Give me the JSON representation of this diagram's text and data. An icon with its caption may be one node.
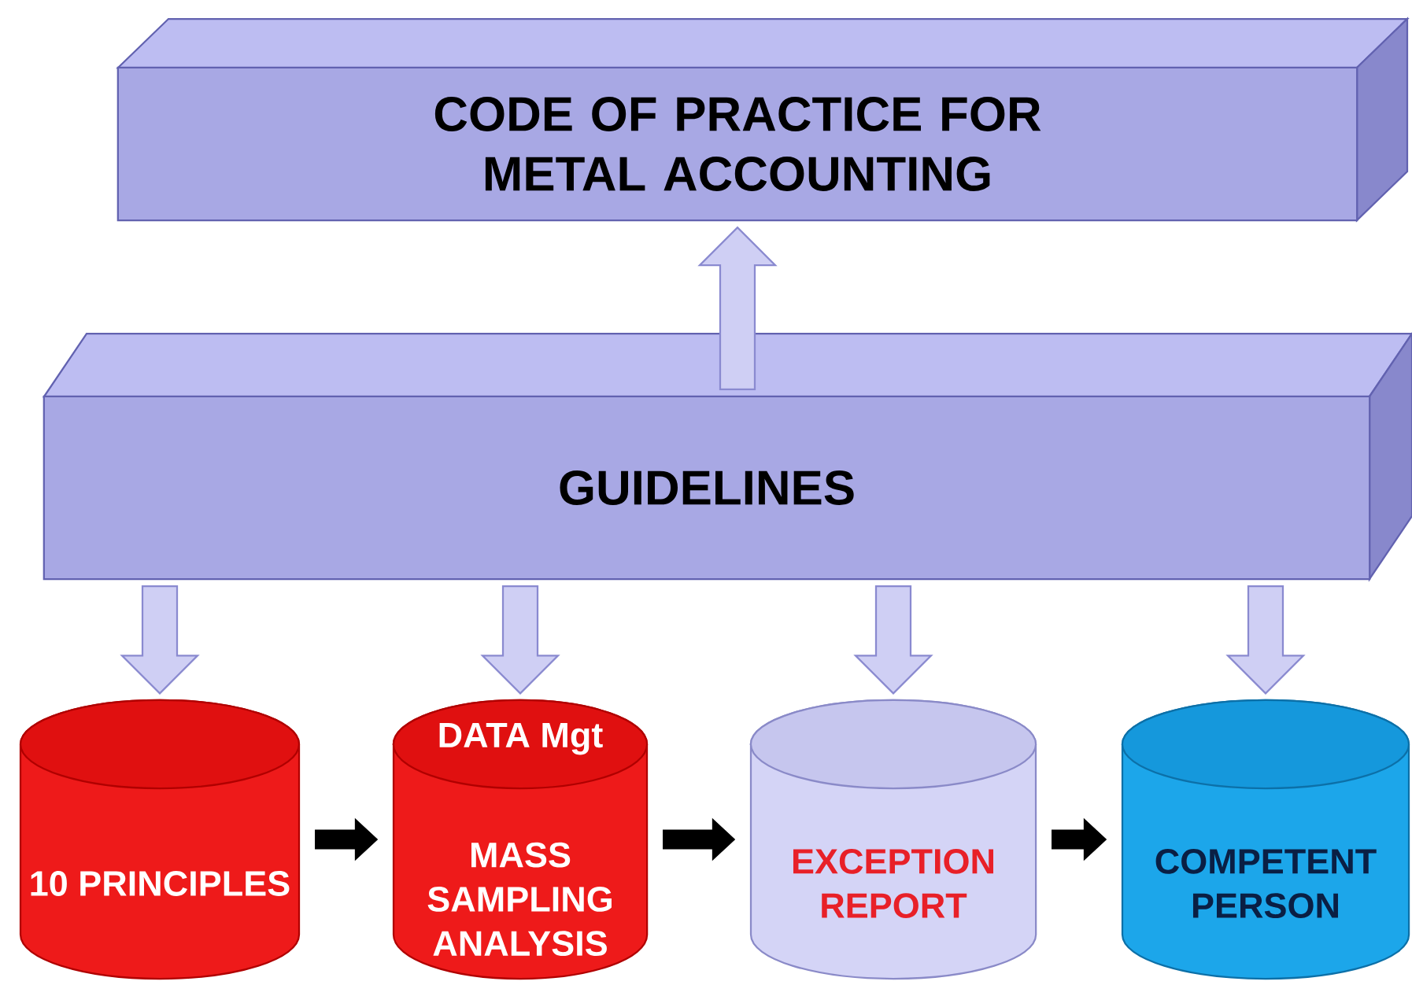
{
  "diagram": {
    "nodes": [
      {
        "text": [
          "CODE OF PRACTICE FOR METAL ACCOUNTING"
        ]
      },
      {
        "text": [
          "GUIDELINES"
        ]
      },
      {
        "text": [
          "10 PRINCIPLES"
        ]
      },
      {
        "text": [
          "DATA Mgt",
          "MASS SAMPLING ANALYSIS"
        ]
      },
      {
        "text": [
          "EXCEPTION REPORT"
        ]
      },
      {
        "text": [
          "COMPETENT PERSON"
        ]
      }
    ],
    "edges": [
      {
        "from": 1,
        "to": 0,
        "arrow": "to"
      },
      {
        "from": 1,
        "to": 2,
        "arrow": "to"
      },
      {
        "from": 1,
        "to": 3,
        "arrow": "to"
      },
      {
        "from": 1,
        "to": 4,
        "arrow": "to"
      },
      {
        "from": 1,
        "to": 5,
        "arrow": "to"
      },
      {
        "from": 2,
        "to": 3,
        "arrow": "to",
        "color": "#000000"
      },
      {
        "from": 3,
        "to": 4,
        "arrow": "to",
        "color": "#000000"
      },
      {
        "from": 4,
        "to": 5,
        "arrow": "to",
        "color": "#000000"
      }
    ]
  }
}
